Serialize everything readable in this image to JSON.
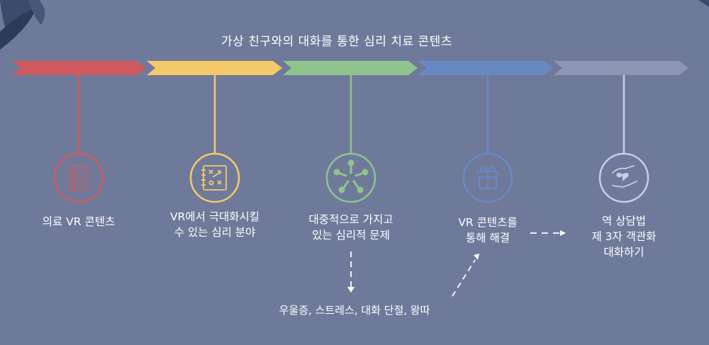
{
  "title": "가상 친구와의 대화를 통한 심리 치료 콘텐츠",
  "colors": {
    "background": "#6f7a9b",
    "red": "#d05a5f",
    "yellow": "#f5c96a",
    "green": "#8fc48d",
    "blue": "#6888c4",
    "gray": "#8d96b2"
  },
  "steps": [
    {
      "label": "의료 VR 콘텐츠",
      "icon": "clipboard-list-icon",
      "color": "#d05a5f"
    },
    {
      "label": "VR에서 극대화시킬\n수 있는 심리 분야",
      "icon": "strategy-board-icon",
      "color": "#f5c96a"
    },
    {
      "label": "대중적으로 가지고\n있는 심리적 문제",
      "icon": "hands-circle-icon",
      "color": "#8fc48d"
    },
    {
      "label": "VR 콘텐츠를\n통해 해결",
      "icon": "gift-box-icon",
      "color": "#6888c4"
    },
    {
      "label": "역 상담법\n제 3자 객관화\n대화하기",
      "icon": "hand-heart-icon",
      "color": "#c9cede"
    }
  ],
  "note": "우울증, 스트레스, 대화 단절, 왕따"
}
